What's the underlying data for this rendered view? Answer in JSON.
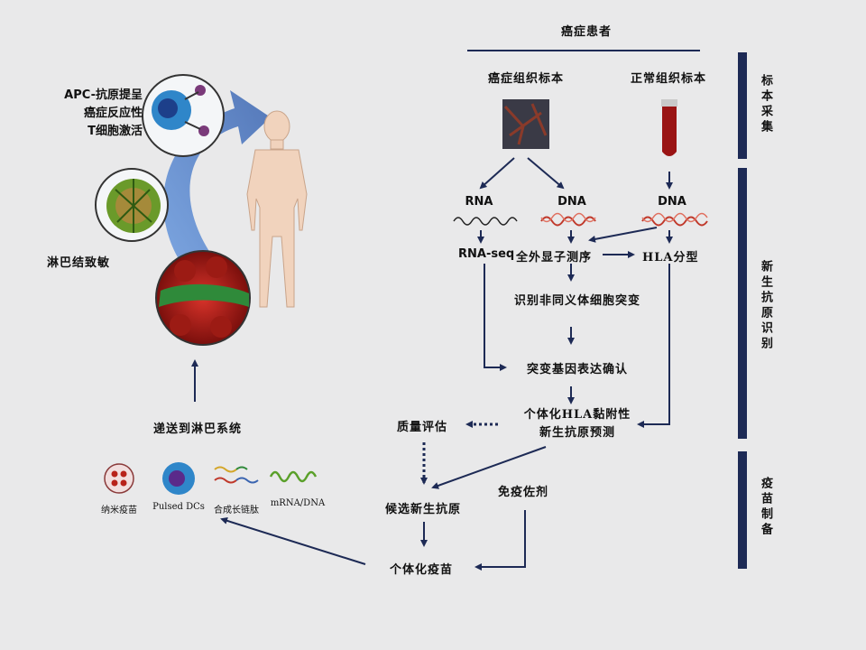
{
  "patient": "癌症患者",
  "samples": {
    "tumor": "癌症组织标本",
    "normal": "正常组织标本"
  },
  "molecules": {
    "rna": "RNA",
    "dna_tumor": "DNA",
    "dna_normal": "DNA"
  },
  "steps": {
    "rna_seq": "RNA-seq",
    "wes": "全外显子测序",
    "hla": "HLA分型",
    "identify": "识别非同义体细胞突变",
    "confirm": "突变基因表达确认",
    "predict_line1": "个体化HLA黏附性",
    "predict_line2": "新生抗原预测",
    "quality": "质量评估",
    "candidate": "候选新生抗原",
    "adjuvant": "免疫佐剂",
    "vaccine": "个体化疫苗"
  },
  "stages": {
    "sampling": "标本采集",
    "recognition": "新生抗原识别",
    "preparation": "疫苗制备"
  },
  "left": {
    "apc_line1": "APC-抗原提呈",
    "apc_line2": "癌症反应性",
    "apc_line3": "T细胞激活",
    "lymph": "淋巴结致敏",
    "delivery": "递送到淋巴系统",
    "nano": "纳米疫苗",
    "dcs": "Pulsed DCs",
    "peptide": "合成长链肽",
    "mrna": "mRNA/DNA"
  },
  "colors": {
    "arrow": "#1d2a55",
    "blue_arc": "#4a78c8",
    "dna_red": "#c0392b",
    "tumor_red": "#b8221a"
  }
}
